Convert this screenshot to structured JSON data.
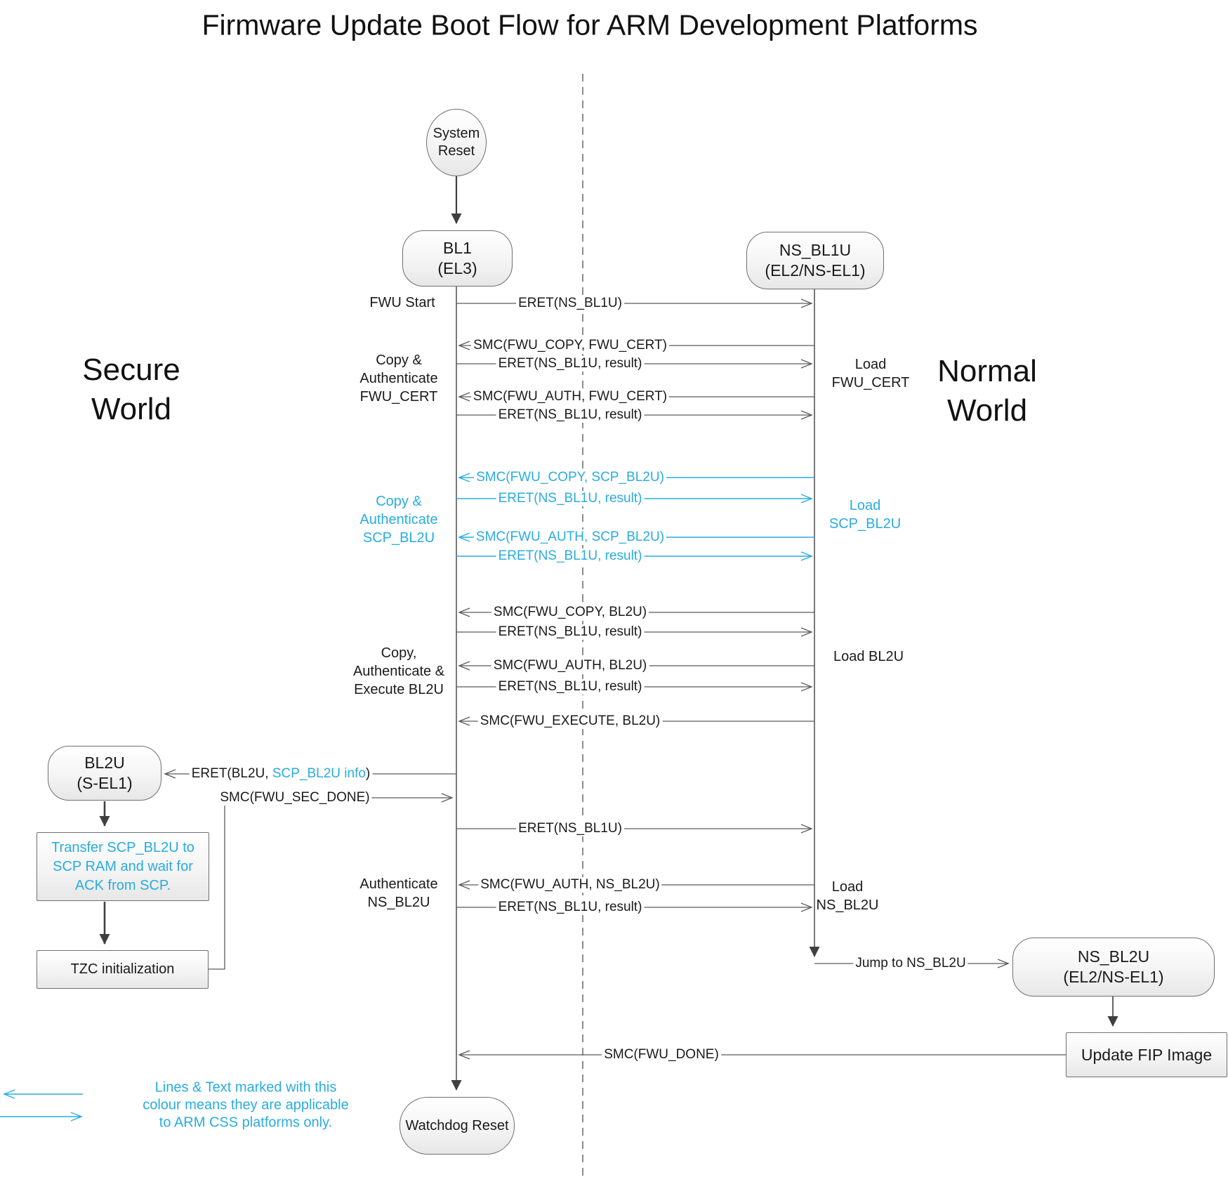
{
  "title": "Firmware Update Boot Flow for ARM Development Platforms",
  "colors": {
    "css_highlight": "#29ABE2",
    "line": "#5a5a5a",
    "text": "#1a1a1a"
  },
  "worlds": {
    "secure": [
      "Secure",
      "World"
    ],
    "normal": [
      "Normal",
      "World"
    ]
  },
  "nodes": {
    "system_reset": [
      "System",
      "Reset"
    ],
    "bl1": [
      "BL1",
      "(EL3)"
    ],
    "ns_bl1u": [
      "NS_BL1U",
      "(EL2/NS-EL1)"
    ],
    "bl2u": [
      "BL2U",
      "(S-EL1)"
    ],
    "ns_bl2u": [
      "NS_BL2U",
      "(EL2/NS-EL1)"
    ],
    "transfer_scp": [
      "Transfer SCP_BL2U to",
      "SCP RAM and wait for",
      "ACK from SCP."
    ],
    "tzc": "TZC initialization",
    "update_fip": "Update FIP Image",
    "watchdog": "Watchdog Reset"
  },
  "annotations": {
    "fwu_start": "FWU Start",
    "copy_auth_fwu_cert": [
      "Copy &",
      "Authenticate",
      "FWU_CERT"
    ],
    "load_fwu_cert": [
      "Load",
      "FWU_CERT"
    ],
    "copy_auth_scp_bl2u": [
      "Copy &",
      "Authenticate",
      "SCP_BL2U"
    ],
    "load_scp_bl2u": [
      "Load",
      "SCP_BL2U"
    ],
    "copy_auth_exec_bl2u": [
      "Copy,",
      "Authenticate &",
      "Execute BL2U"
    ],
    "load_bl2u": "Load BL2U",
    "authenticate_ns_bl2u": [
      "Authenticate",
      "NS_BL2U"
    ],
    "load_ns_bl2u": [
      "Load",
      "NS_BL2U"
    ]
  },
  "messages": [
    {
      "label": "ERET(NS_BL1U)",
      "from": "bl1",
      "to": "ns_bl1u",
      "css_only": false
    },
    {
      "label": "SMC(FWU_COPY, FWU_CERT)",
      "from": "ns_bl1u",
      "to": "bl1",
      "css_only": false
    },
    {
      "label": "ERET(NS_BL1U, result)",
      "from": "bl1",
      "to": "ns_bl1u",
      "css_only": false
    },
    {
      "label": "SMC(FWU_AUTH, FWU_CERT)",
      "from": "ns_bl1u",
      "to": "bl1",
      "css_only": false
    },
    {
      "label": "ERET(NS_BL1U, result)",
      "from": "bl1",
      "to": "ns_bl1u",
      "css_only": false
    },
    {
      "label": "SMC(FWU_COPY, SCP_BL2U)",
      "from": "ns_bl1u",
      "to": "bl1",
      "css_only": true
    },
    {
      "label": "ERET(NS_BL1U, result)",
      "from": "bl1",
      "to": "ns_bl1u",
      "css_only": true
    },
    {
      "label": "SMC(FWU_AUTH, SCP_BL2U)",
      "from": "ns_bl1u",
      "to": "bl1",
      "css_only": true
    },
    {
      "label": "ERET(NS_BL1U, result)",
      "from": "bl1",
      "to": "ns_bl1u",
      "css_only": true
    },
    {
      "label": "SMC(FWU_COPY, BL2U)",
      "from": "ns_bl1u",
      "to": "bl1",
      "css_only": false
    },
    {
      "label": "ERET(NS_BL1U, result)",
      "from": "bl1",
      "to": "ns_bl1u",
      "css_only": false
    },
    {
      "label": "SMC(FWU_AUTH, BL2U)",
      "from": "ns_bl1u",
      "to": "bl1",
      "css_only": false
    },
    {
      "label": "ERET(NS_BL1U, result)",
      "from": "bl1",
      "to": "ns_bl1u",
      "css_only": false
    },
    {
      "label": "SMC(FWU_EXECUTE, BL2U)",
      "from": "ns_bl1u",
      "to": "bl1",
      "css_only": false
    },
    {
      "prefix": "ERET(BL2U, ",
      "highlight": "SCP_BL2U info",
      "suffix": ")",
      "from": "bl1",
      "to": "bl2u",
      "css_only": false
    },
    {
      "label": "SMC(FWU_SEC_DONE)",
      "from": "bl2u",
      "to": "bl1",
      "css_only": false
    },
    {
      "label": "ERET(NS_BL1U)",
      "from": "bl1",
      "to": "ns_bl1u",
      "css_only": false
    },
    {
      "label": "SMC(FWU_AUTH, NS_BL2U)",
      "from": "ns_bl1u",
      "to": "bl1",
      "css_only": false
    },
    {
      "label": "ERET(NS_BL1U, result)",
      "from": "bl1",
      "to": "ns_bl1u",
      "css_only": false
    },
    {
      "label": "Jump to NS_BL2U",
      "from": "ns_bl1u",
      "to": "ns_bl2u",
      "css_only": false
    },
    {
      "label": "SMC(FWU_DONE)",
      "from": "update_fip",
      "to": "bl1",
      "css_only": false
    }
  ],
  "legend": {
    "lines": [
      "Lines & Text marked with this",
      "colour means they are applicable",
      "to ARM CSS platforms only."
    ]
  }
}
